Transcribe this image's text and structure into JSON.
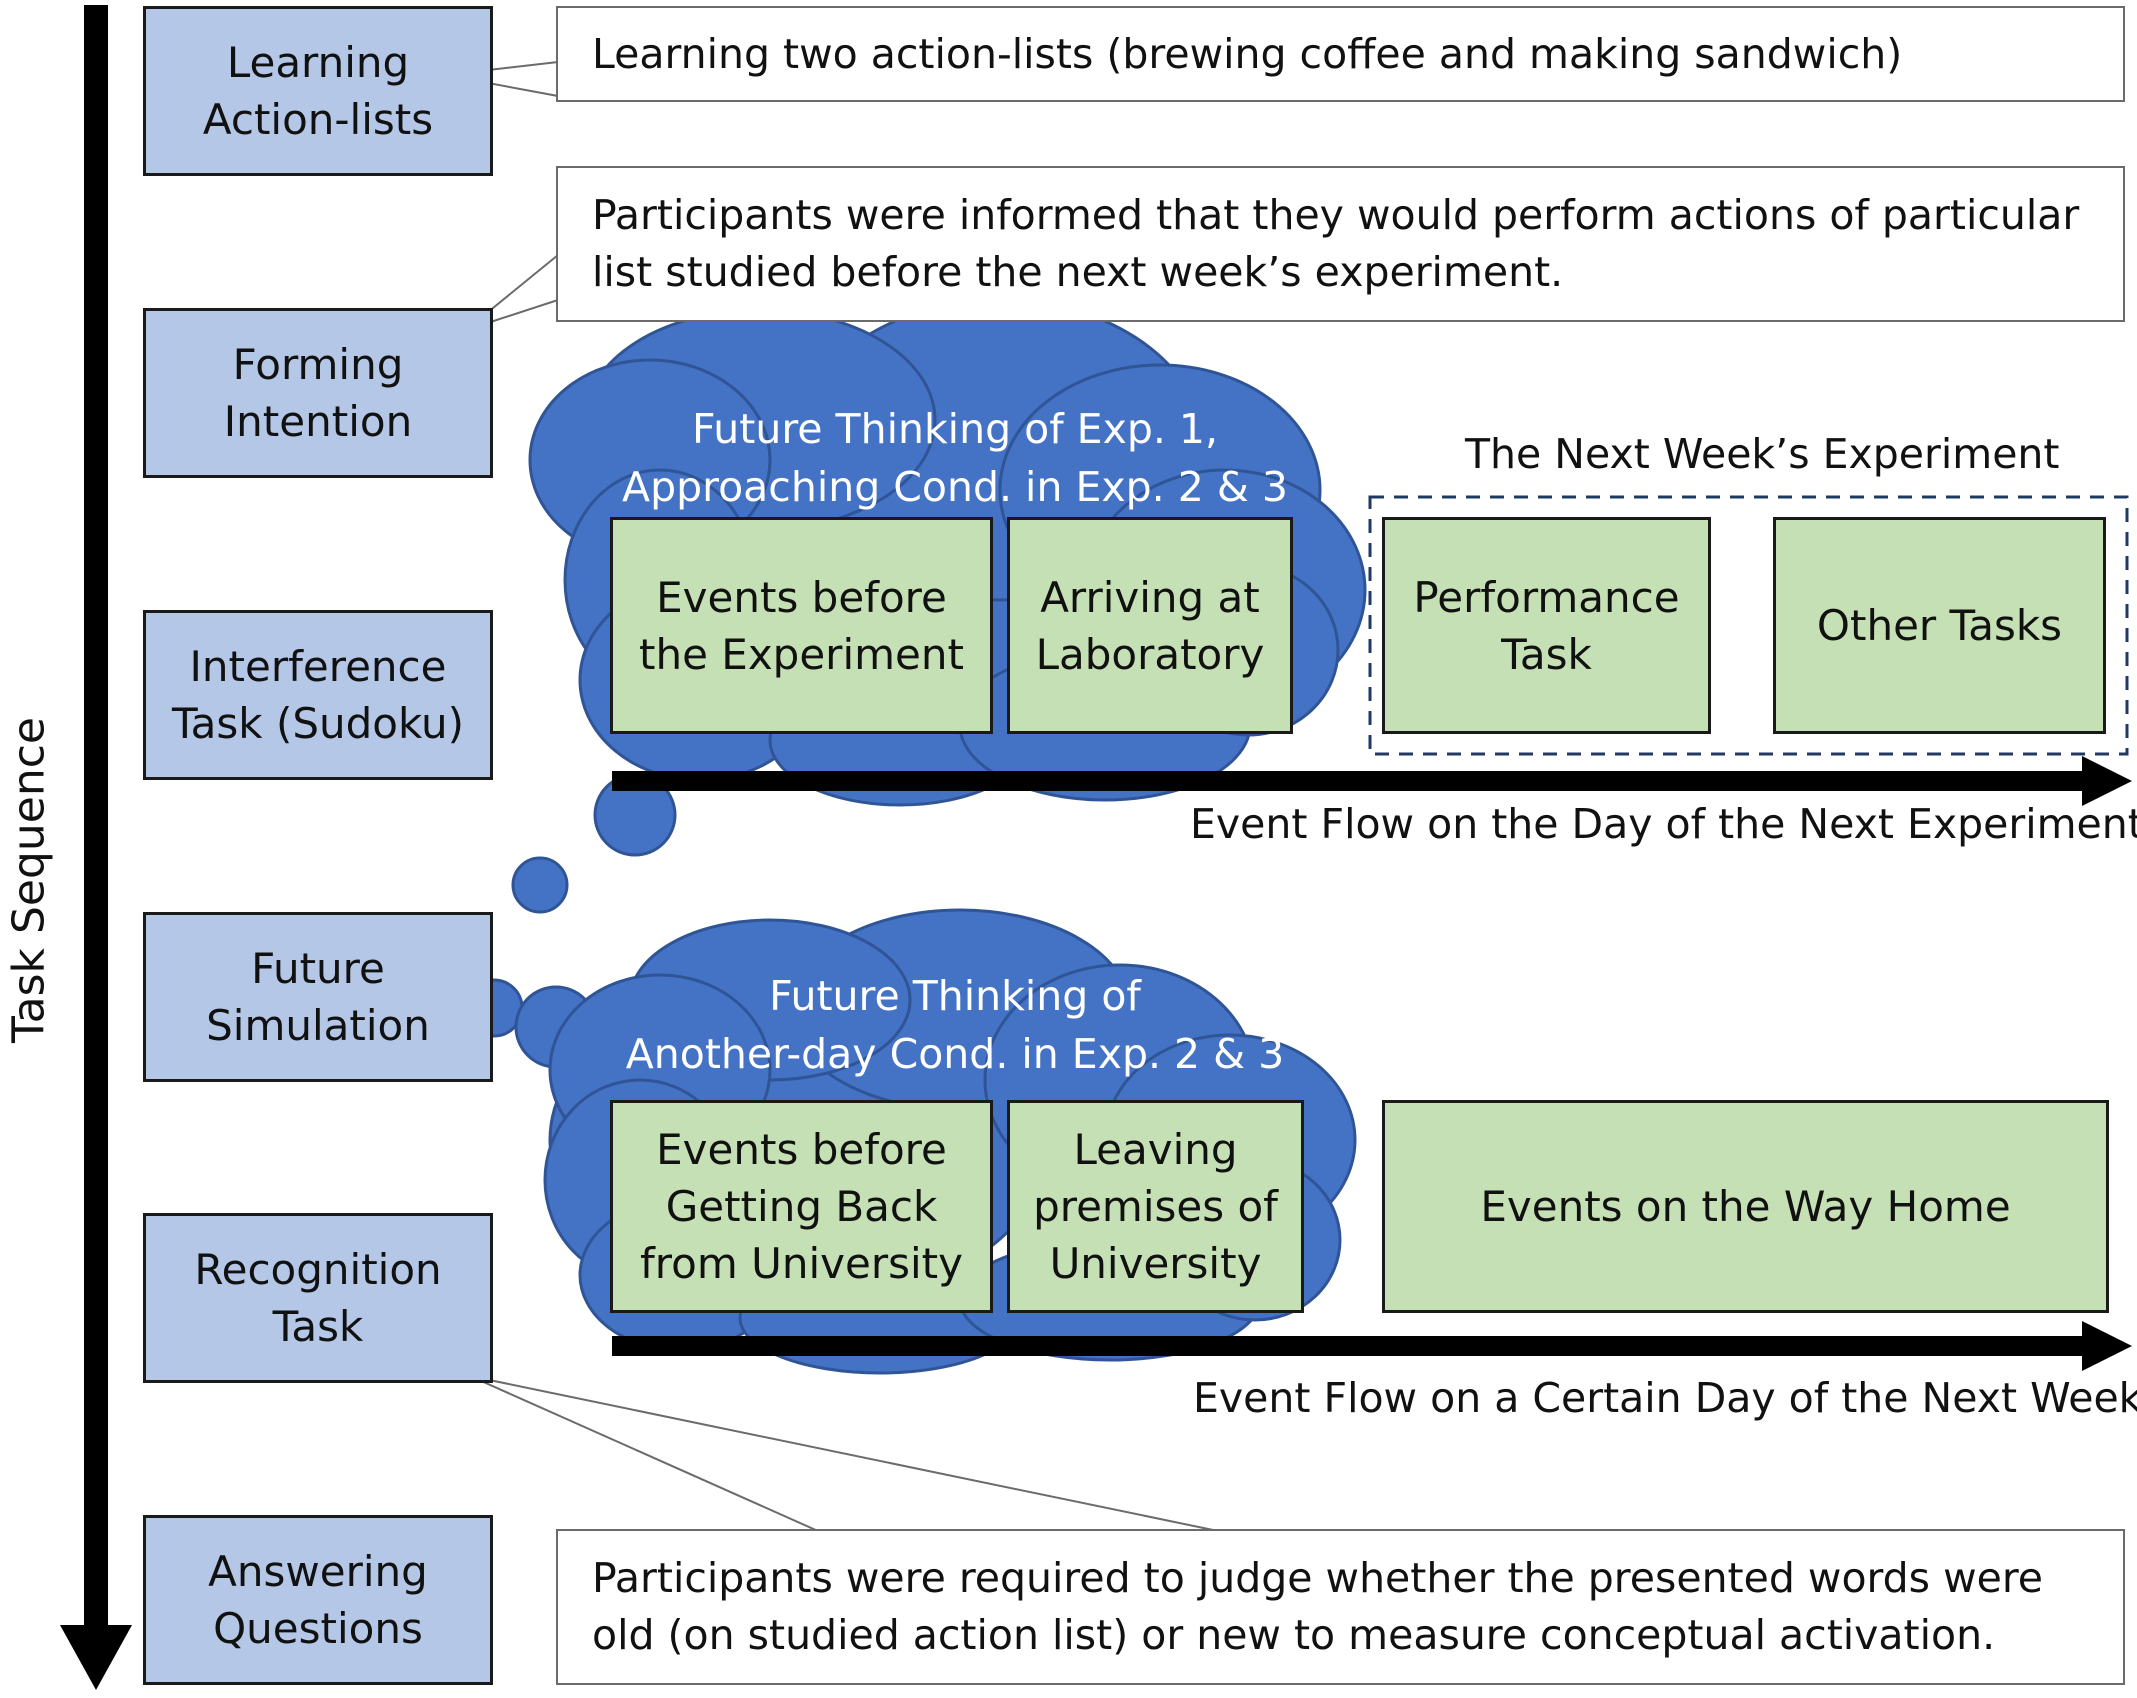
{
  "axis_label": "Task Sequence",
  "steps": [
    "Learning\nAction-lists",
    "Forming\nIntention",
    "Interference\nTask (Sudoku)",
    "Future\nSimulation",
    "Recognition\nTask",
    "Answering\nQuestions"
  ],
  "notes": {
    "learning": "Learning two action-lists (brewing coffee and making sandwich)",
    "intention": "Participants were informed that they would perform actions of particular list studied before the next week’s experiment.",
    "recognition": "Participants were required to judge whether the presented words were old (on studied action list) or new to measure conceptual activation."
  },
  "upper_flow": {
    "cloud_title": "Future Thinking of Exp. 1,\nApproaching Cond. in Exp. 2 & 3",
    "experiment_label": "The Next Week’s Experiment",
    "events": [
      "Events before\nthe Experiment",
      "Arriving at\nLaboratory",
      "Performance\nTask",
      "Other Tasks"
    ],
    "flow_label": "Event Flow on the Day of the Next Experiment"
  },
  "lower_flow": {
    "cloud_title": "Future Thinking of\nAnother-day Cond. in Exp. 2 & 3",
    "events": [
      "Events before\nGetting Back\nfrom University",
      "Leaving\npremises of\nUniversity",
      "Events on the Way Home"
    ],
    "flow_label": "Event Flow on a Certain Day of the Next Week"
  },
  "colors": {
    "step_fill": "#b4c7e7",
    "event_fill": "#c5e0b4",
    "cloud_fill": "#4472c4",
    "cloud_edge": "#2f5597",
    "arrow": "#000000",
    "dashed_border": "#1f3864"
  }
}
